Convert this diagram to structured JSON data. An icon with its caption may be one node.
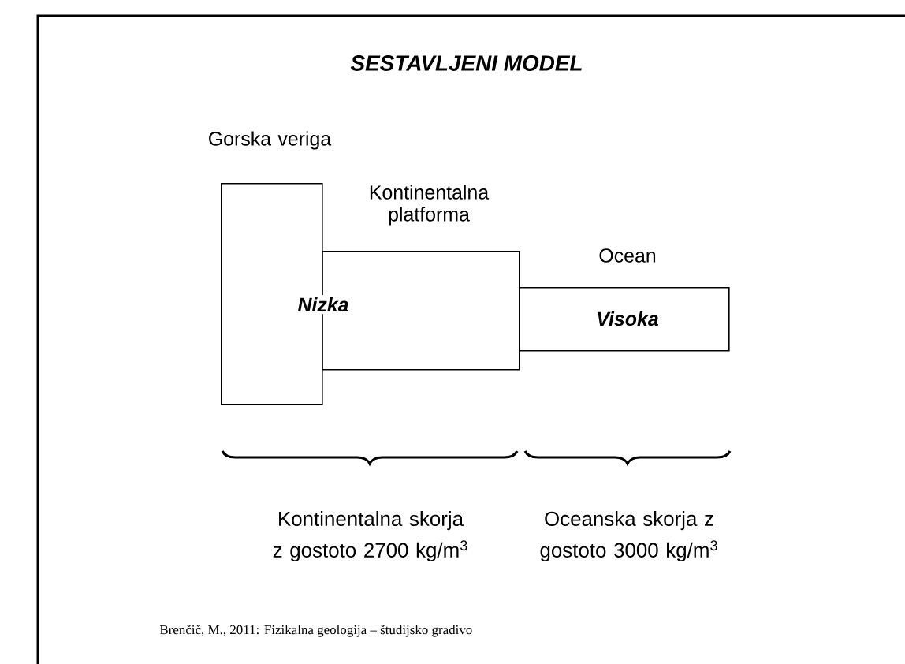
{
  "diagram": {
    "title": "SESTAVLJENI MODEL",
    "nodes": [
      {
        "text": [
          "Gorska veriga"
        ]
      },
      {
        "text": [
          "Kontinentalna platforma"
        ]
      },
      {
        "text": [
          "Ocean",
          "Visoka"
        ]
      }
    ],
    "labels": [
      "Nizka",
      "Kontinentalna skorja z gostoto 2700 kg/m$^{3}$",
      "Oceanska skorja z gostoto 3000 kg/m$^{3}$",
      "Brenčič, M., 2011: Fizikalna geologija – študijsko gradivo"
    ]
  }
}
